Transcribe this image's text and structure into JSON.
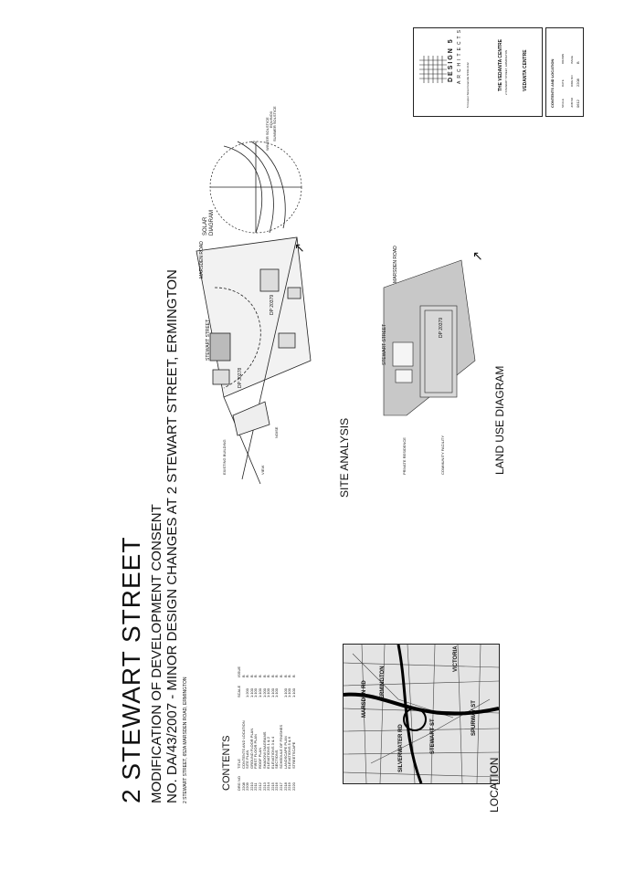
{
  "sheet": {
    "title": "2 STEWART STREET",
    "subtitle1": "MODIFICATION OF DEVELOPMENT CONSENT",
    "subtitle2": "NO. DA/43/2007 - MINOR DESIGN CHANGES AT 2 STEWART STREET, ERMINGTON",
    "address_line": "2 STEWART STREET, 652A MARSDEN ROAD, ERMINGTON"
  },
  "contents": {
    "heading": "CONTENTS",
    "col_drawing": "DRG NO",
    "col_title": "TITLE",
    "col_scale": "SCALE",
    "col_issue": "ISSUE",
    "rows": [
      {
        "no": "2208",
        "title": "CONTENTS AND LOCATION",
        "scale": "",
        "issue": "B"
      },
      {
        "no": "2209",
        "title": "SITE PLAN",
        "scale": "1:200",
        "issue": "B"
      },
      {
        "no": "2210",
        "title": "GROUND FLOOR PLAN",
        "scale": "1:100",
        "issue": "B"
      },
      {
        "no": "2211",
        "title": "FIRST FLOOR PLAN",
        "scale": "1:100",
        "issue": "B"
      },
      {
        "no": "2212",
        "title": "ROOF PLAN",
        "scale": "1:100",
        "issue": "B"
      },
      {
        "no": "2213",
        "title": "SHADOW DIAGRAMS",
        "scale": "1:200",
        "issue": "B"
      },
      {
        "no": "2214",
        "title": "ELEVATIONS 1 & 2",
        "scale": "1:100",
        "issue": "B"
      },
      {
        "no": "2215",
        "title": "ELEVATIONS 3 & 4",
        "scale": "1:100",
        "issue": "B"
      },
      {
        "no": "2216",
        "title": "SECTIONS",
        "scale": "1:100",
        "issue": "B"
      },
      {
        "no": "2217",
        "title": "SCHEDULE OF FINISHES",
        "scale": "",
        "issue": "B"
      },
      {
        "no": "2218",
        "title": "LANDSCAPE PLAN",
        "scale": "1:100",
        "issue": "B"
      },
      {
        "no": "2219",
        "title": "ELEVATIONS 5 & 6",
        "scale": "1:100",
        "issue": "B"
      },
      {
        "no": "2220",
        "title": "STREETSCAPE",
        "scale": "1:100",
        "issue": "B"
      }
    ]
  },
  "location": {
    "label": "LOCATION",
    "streets": [
      "MARSDEN RD",
      "ERMINGTON",
      "STEWART ST",
      "VICTORIA RD",
      "SILVERWATER RD",
      "SPURWAY ST"
    ]
  },
  "site_analysis": {
    "label": "SITE ANALYSIS",
    "street": "STEWART STREET",
    "road": "MARSDEN ROAD",
    "lots": [
      "DP 30278",
      "DP 20379"
    ],
    "notes": [
      "EXISTING BUILDING",
      "VIEW",
      "NOISE"
    ]
  },
  "land_use": {
    "label": "LAND USE DIAGRAM",
    "street": "STEWART STREET",
    "road": "MARSDEN ROAD",
    "lot": "DP 20379",
    "legend": [
      "PRIVATE RESIDENCE",
      "COMMUNITY FACILITY"
    ]
  },
  "solar": {
    "label_line1": "SOLAR",
    "label_line2": "DIAGRAM",
    "notes": [
      "WINTER SOLSTICE",
      "SUMMER SOLSTICE",
      "EQUINOX"
    ]
  },
  "title_block": {
    "firm": "DESIGN 5",
    "firm_sub": "ARCHITECTS",
    "firm_address": "5 Cowper Street Granville NSW 2142",
    "project": "THE VEDANTA CENTRE",
    "project_address": "2 STEWART STREET, ERMINGTON",
    "client": "VEDANTA CENTRE",
    "drawing_title": "CONTENTS AND LOCATION",
    "scale_label": "SCALE",
    "date_label": "DATE",
    "drawn_label": "DRAWN",
    "job_label": "JOB NO",
    "dwg_label": "DWG NO",
    "issue_label": "ISSUE",
    "dwg_no": "2208",
    "issue": "B",
    "job_no": "0612"
  }
}
